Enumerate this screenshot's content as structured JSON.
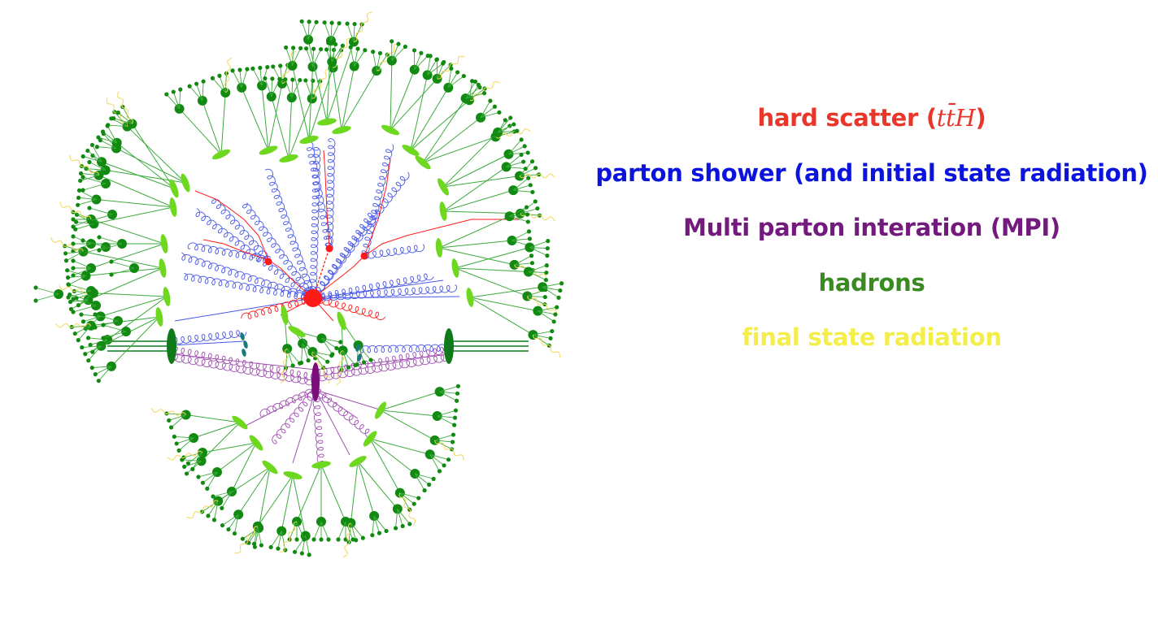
{
  "legend": {
    "hard_scatter": {
      "text": "hard scatter (",
      "math": "tt̄H",
      "close": ")",
      "color": "#e8372a"
    },
    "parton_shower": {
      "text": "parton shower (and initial state radiation)",
      "color": "#0a14dc"
    },
    "mpi": {
      "text": "Multi parton interation (MPI)",
      "color": "#731b7c"
    },
    "hadrons": {
      "text": "hadrons",
      "color": "#3a8a22"
    },
    "fsr": {
      "text": "final state radiation",
      "color": "#f4ee4a"
    }
  },
  "colors": {
    "hard": "#ff1a1a",
    "shower": "#4a58e8",
    "mpi": "#a050b0",
    "hadron_blob": "#6dd81e",
    "hadron_dot": "#128a12",
    "hadron_line": "#3caa3c",
    "photon": "#f3d75a",
    "beam_blob": "#0e7a1a",
    "mpi_blob": "#7a0f7a",
    "remnant": "#1a7a7a"
  }
}
